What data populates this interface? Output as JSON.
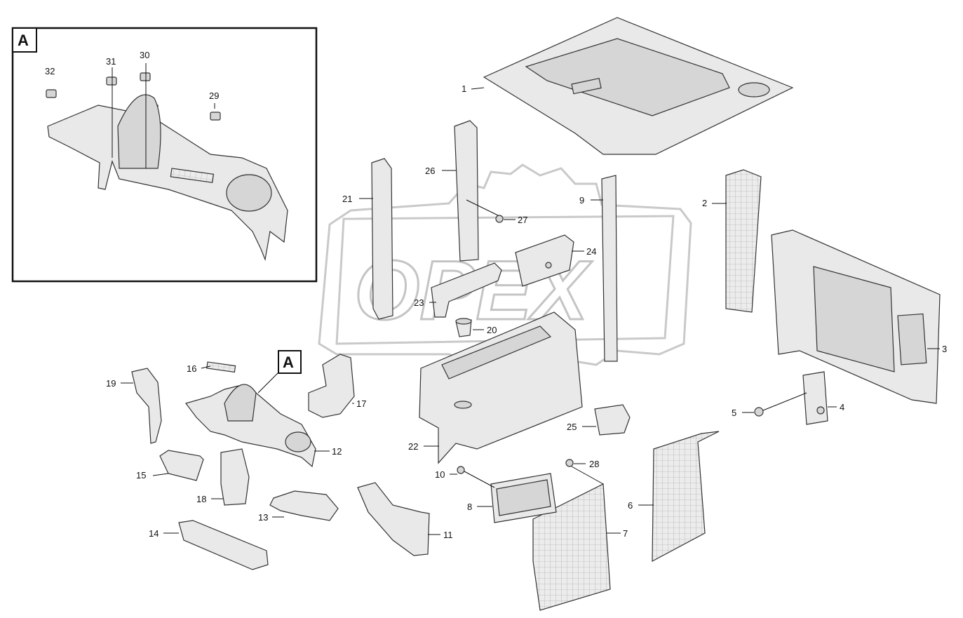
{
  "watermark": {
    "text": "OPEX"
  },
  "inset": {
    "label": "A"
  },
  "view_marker": {
    "label": "A"
  },
  "callouts": {
    "c1": "1",
    "c2": "2",
    "c3": "3",
    "c4": "4",
    "c5": "5",
    "c6": "6",
    "c7": "7",
    "c8": "8",
    "c9": "9",
    "c10": "10",
    "c11": "11",
    "c12": "12",
    "c13": "13",
    "c14": "14",
    "c15": "15",
    "c16": "16",
    "c17": "17",
    "c18": "18",
    "c19": "19",
    "c20": "20",
    "c21": "21",
    "c22": "22",
    "c23": "23",
    "c24": "24",
    "c25": "25",
    "c26": "26",
    "c27": "27",
    "c28": "28",
    "c29": "29",
    "c30": "30",
    "c31": "31",
    "c32": "32"
  }
}
